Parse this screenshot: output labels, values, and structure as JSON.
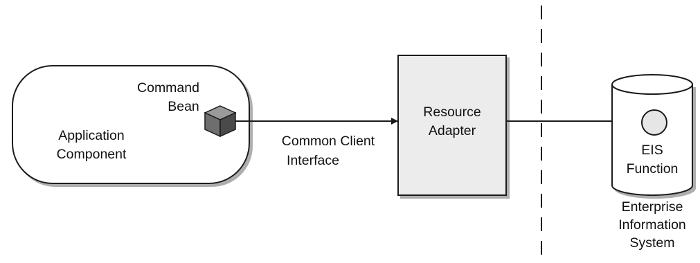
{
  "diagram": {
    "app_component": {
      "label_line1": "Application",
      "label_line2": "Component"
    },
    "command_bean": {
      "label_line1": "Command",
      "label_line2": "Bean",
      "icon": "cube-icon"
    },
    "connection_label": {
      "line1": "Common Client",
      "line2": "Interface"
    },
    "resource_adapter": {
      "label_line1": "Resource",
      "label_line2": "Adapter"
    },
    "eis_function": {
      "label_line1": "EIS",
      "label_line2": "Function",
      "icon": "function-circle-icon"
    },
    "eis_system": {
      "label_line1": "Enterprise",
      "label_line2": "Information",
      "label_line3": "System",
      "icon": "database-cylinder-icon"
    },
    "colors": {
      "stroke": "#1a1a1a",
      "adapter_fill": "#ececec",
      "cube_top": "#9a9a9a",
      "cube_left": "#6e6e6e",
      "cube_right": "#4a4a4a",
      "function_circle_fill": "#e6e6e6"
    }
  }
}
